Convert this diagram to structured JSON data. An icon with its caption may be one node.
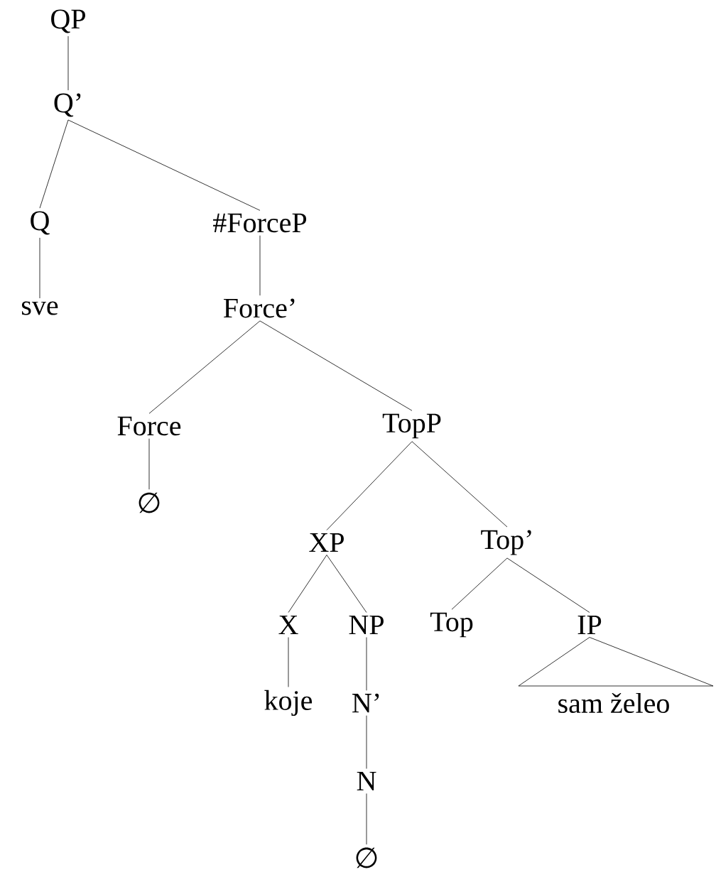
{
  "diagram": {
    "nodes": [
      {
        "text": [
          "QP"
        ]
      },
      {
        "text": [
          "Q’"
        ]
      },
      {
        "text": [
          "Q"
        ]
      },
      {
        "text": [
          "sve"
        ]
      },
      {
        "text": [
          "#ForceP"
        ]
      },
      {
        "text": [
          "Force’"
        ]
      },
      {
        "text": [
          "Force"
        ]
      },
      {
        "text": [
          "∅"
        ]
      },
      {
        "text": [
          "TopP"
        ]
      },
      {
        "text": [
          "XP"
        ]
      },
      {
        "text": [
          "X"
        ]
      },
      {
        "text": [
          "koje"
        ]
      },
      {
        "text": [
          "NP"
        ]
      },
      {
        "text": [
          "N’"
        ]
      },
      {
        "text": [
          "N"
        ]
      },
      {
        "text": [
          "∅"
        ]
      },
      {
        "text": [
          "Top’"
        ]
      },
      {
        "text": [
          "Top"
        ]
      },
      {
        "text": [
          "IP"
        ]
      },
      {
        "text": [
          "sam želeo"
        ]
      }
    ],
    "edges": [
      {
        "from": 0,
        "to": 1,
        "arrow": "none"
      },
      {
        "from": 1,
        "to": 2,
        "arrow": "none"
      },
      {
        "from": 1,
        "to": 4,
        "arrow": "none"
      },
      {
        "from": 2,
        "to": 3,
        "arrow": "none"
      },
      {
        "from": 4,
        "to": 5,
        "arrow": "none"
      },
      {
        "from": 5,
        "to": 6,
        "arrow": "none"
      },
      {
        "from": 5,
        "to": 8,
        "arrow": "none"
      },
      {
        "from": 6,
        "to": 7,
        "arrow": "none"
      },
      {
        "from": 8,
        "to": 9,
        "arrow": "none"
      },
      {
        "from": 8,
        "to": 16,
        "arrow": "none"
      },
      {
        "from": 9,
        "to": 10,
        "arrow": "none"
      },
      {
        "from": 9,
        "to": 12,
        "arrow": "none"
      },
      {
        "from": 10,
        "to": 11,
        "arrow": "none"
      },
      {
        "from": 12,
        "to": 13,
        "arrow": "none"
      },
      {
        "from": 13,
        "to": 14,
        "arrow": "none"
      },
      {
        "from": 14,
        "to": 15,
        "arrow": "none"
      },
      {
        "from": 16,
        "to": 17,
        "arrow": "none"
      },
      {
        "from": 16,
        "to": 18,
        "arrow": "none"
      },
      {
        "from": 18,
        "to": 19,
        "arrow": "none"
      }
    ]
  }
}
